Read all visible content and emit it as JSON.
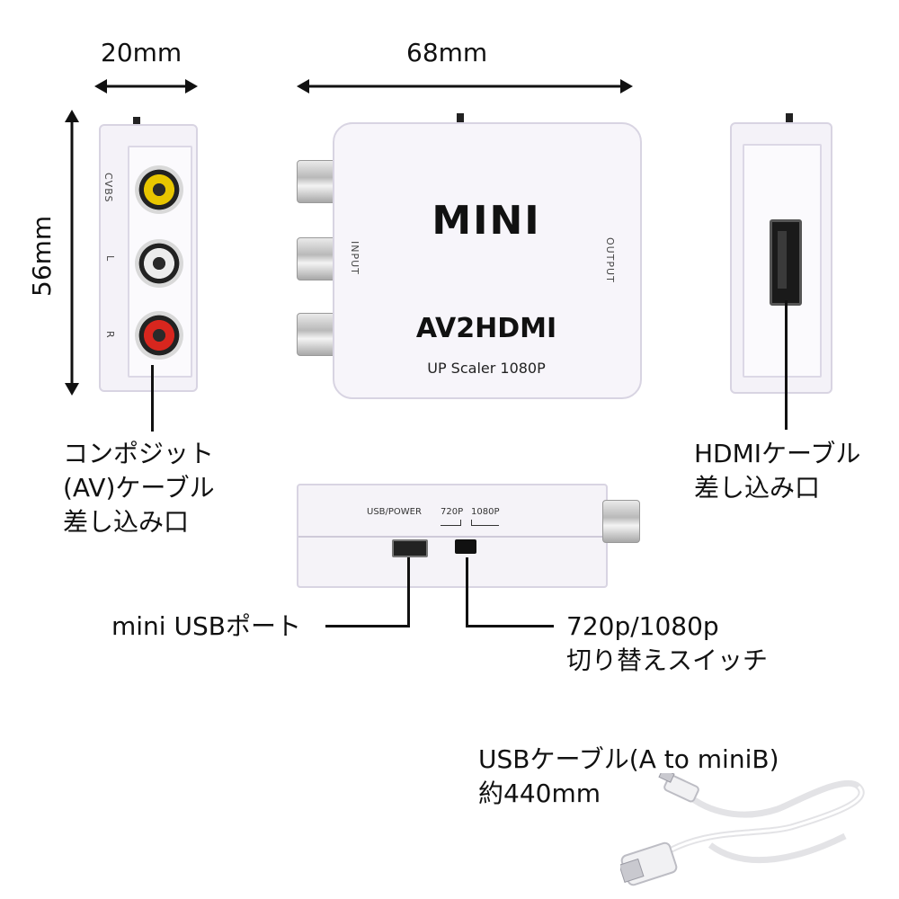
{
  "dimensions": {
    "width": "20mm",
    "length": "68mm",
    "height": "56mm"
  },
  "side_left": {
    "labels": [
      "CVBS",
      "L",
      "R"
    ]
  },
  "front": {
    "input_label": "INPUT",
    "output_label": "OUTPUT",
    "brand_small": "MINI",
    "brand_main": "AV2HDMI",
    "brand_sub": "UP Scaler 1080P"
  },
  "bottom_panel": {
    "usb_label": "USB/POWER",
    "opt_720": "720P",
    "opt_1080": "1080P"
  },
  "callouts": {
    "composite": "コンポジット\n(AV)ケーブル\n差し込み口",
    "hdmi": "HDMIケーブル\n差し込み口",
    "usb_port": "mini USBポート",
    "switch": "720p/1080p\n切り替えスイッチ",
    "cable": "USBケーブル(A to miniB)\n約440mm"
  },
  "colors": {
    "cvbs": "#e8c600",
    "l": "#e0e0e0",
    "r": "#d8261e",
    "body": "#f4f2f8"
  }
}
